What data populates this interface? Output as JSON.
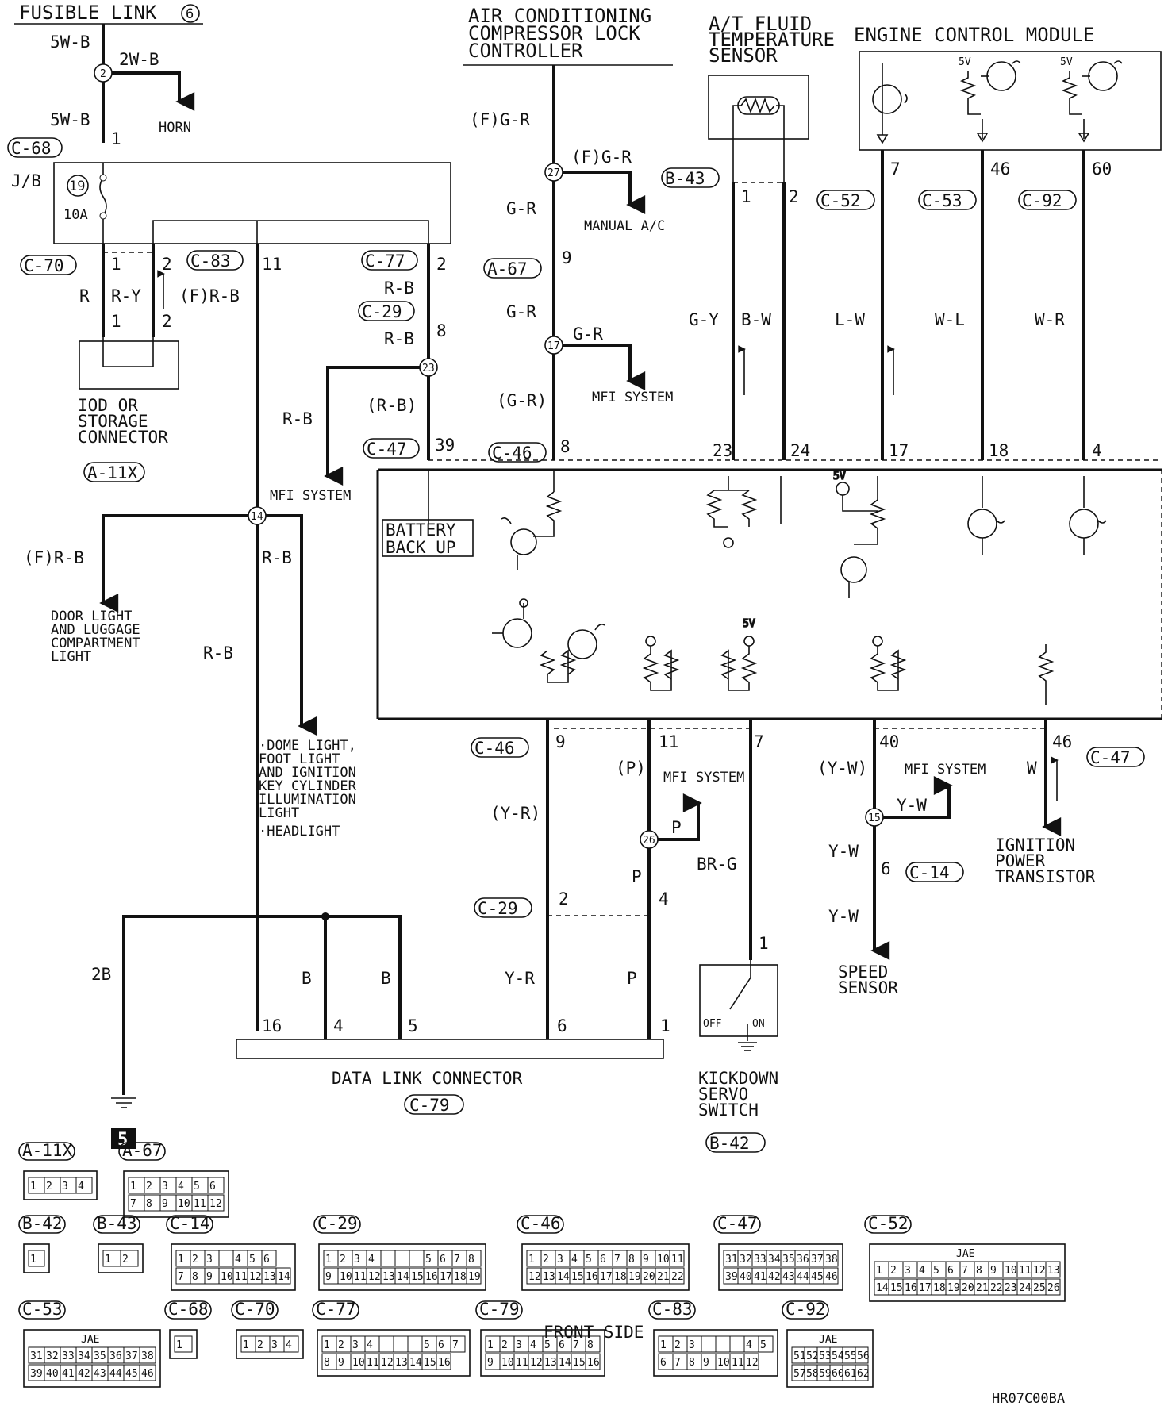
{
  "header": {
    "fusible_link": "FUSIBLE LINK",
    "fusible_link_num": "6",
    "ac_lines": [
      "AIR CONDITIONING",
      "COMPRESSOR LOCK",
      "CONTROLLER"
    ],
    "atf_lines": [
      "A/T FLUID",
      "TEMPERATURE",
      "SENSOR"
    ],
    "ecm": "ENGINE CONTROL MODULE"
  },
  "wires": {
    "w5wb_a": "5W-B",
    "w2wb": "2W-B",
    "w5wb_b": "5W-B",
    "jb": "J/B",
    "fuse_no": "19",
    "fuse_amp": "10A",
    "r": "R",
    "ry": "R-Y",
    "frb": "(F)R-B",
    "rb_1": "R-B",
    "rb_2": "R-B",
    "rb_3": "R-B",
    "rb_paren": "(R-B)",
    "fgr_1": "(F)G-R",
    "fgr_2": "(F)G-R",
    "gr_1": "G-R",
    "gr_2": "G-R",
    "gr_3": "G-R",
    "gr_paren": "(G-R)",
    "gy": "G-Y",
    "bw": "B-W",
    "lw": "L-W",
    "wl": "W-L",
    "wr": "W-R",
    "frb_2": "(F)R-B",
    "rb_4": "R-B",
    "rb_5": "R-B",
    "yr_paren": "(Y-R)",
    "p_paren": "(P)",
    "p_1": "P",
    "p_2": "P",
    "p_3": "P",
    "brg": "BR-G",
    "yw_paren": "(Y-W)",
    "yw_1": "Y-W",
    "yw_2": "Y-W",
    "yw_3": "Y-W",
    "w": "W",
    "b2": "2B",
    "b_1": "B",
    "b_2": "B",
    "yr": "Y-R"
  },
  "destinations": {
    "horn": "HORN",
    "manual_ac": "MANUAL A/C",
    "mfi_1": "MFI SYSTEM",
    "mfi_2": "MFI SYSTEM",
    "mfi_3": "MFI SYSTEM",
    "mfi_4": "MFI SYSTEM",
    "iod": [
      "IOD OR",
      "STORAGE",
      "CONNECTOR"
    ],
    "door": [
      "DOOR LIGHT",
      "AND LUGGAGE",
      "COMPARTMENT",
      "LIGHT"
    ],
    "dome": [
      "·DOME LIGHT,",
      " FOOT LIGHT",
      " AND IGNITION",
      " KEY CYLINDER",
      " ILLUMINATION",
      " LIGHT",
      "·HEADLIGHT"
    ],
    "battery": [
      "BATTERY",
      "BACK UP"
    ],
    "ignition": [
      "IGNITION",
      "POWER",
      "TRANSISTOR"
    ],
    "speed": [
      "SPEED",
      "SENSOR"
    ],
    "kickdown": [
      "KICKDOWN",
      "SERVO",
      "SWITCH"
    ],
    "dlc": "DATA LINK CONNECTOR",
    "off": "OFF",
    "on": "ON",
    "v5": "5V",
    "ground_no": "5",
    "front_side": "FRONT SIDE",
    "jae": "JAE",
    "figure_code": "HR07C00BA"
  },
  "splices": [
    "2",
    "27",
    "17",
    "23",
    "14",
    "26",
    "15"
  ],
  "connectors": {
    "c68": "C-68",
    "c70": "C-70",
    "c83": "C-83",
    "c77": "C-77",
    "c29a": "C-29",
    "c47a": "C-47",
    "a67": "A-67",
    "c46a": "C-46",
    "b43": "B-43",
    "c52": "C-52",
    "c53": "C-53",
    "c92": "C-92",
    "a11x": "A-11X",
    "c46b": "C-46",
    "c29b": "C-29",
    "c14": "C-14",
    "c47b": "C-47",
    "c79": "C-79",
    "b42": "B-42"
  },
  "pins": {
    "p_c68": "1",
    "p_c70_1": "1",
    "p_c70_2": "2",
    "p_c83": "11",
    "p_c77": "2",
    "p_iod_1": "1",
    "p_iod_2": "2",
    "p_c29": "8",
    "p_c47": "39",
    "p_a67": "9",
    "p_c46": "8",
    "p_b43_1": "1",
    "p_b43_2": "2",
    "p_ecm_7": "7",
    "p_ecm_46": "46",
    "p_ecm_60": "60",
    "p_e23": "23",
    "p_e24": "24",
    "p_e17": "17",
    "p_e18": "18",
    "p_e4": "4",
    "p_b9": "9",
    "p_b11": "11",
    "p_b7": "7",
    "p_b40": "40",
    "p_b46": "46",
    "p_c29_2": "2",
    "p_c29_4": "4",
    "p_c14_6": "6",
    "p_b42_1": "1",
    "p_d16": "16",
    "p_d4": "4",
    "p_d5": "5",
    "p_d6": "6",
    "p_d1": "1"
  },
  "legend": {
    "row1": [
      {
        "name": "A-11X",
        "pins": [
          [
            "1",
            "2",
            "3",
            "4"
          ]
        ]
      },
      {
        "name": "A-67",
        "pins": [
          [
            "1",
            "2",
            "3",
            "4",
            "5",
            "6"
          ],
          [
            "7",
            "8",
            "9",
            "10",
            "11",
            "12"
          ]
        ]
      }
    ],
    "row2": [
      {
        "name": "B-42",
        "pins": [
          [
            "1"
          ]
        ]
      },
      {
        "name": "B-43",
        "pins": [
          [
            "1",
            "2"
          ]
        ]
      },
      {
        "name": "C-14",
        "pins": [
          [
            "1",
            "2",
            "3",
            "",
            "4",
            "5",
            "6"
          ],
          [
            "7",
            "8",
            "9",
            "10",
            "11",
            "12",
            "13",
            "14"
          ]
        ]
      },
      {
        "name": "C-29",
        "pins": [
          [
            "1",
            "2",
            "3",
            "4",
            "",
            "",
            "",
            "5",
            "6",
            "7",
            "8"
          ],
          [
            "9",
            "10",
            "11",
            "12",
            "13",
            "14",
            "15",
            "16",
            "17",
            "18",
            "19"
          ]
        ]
      },
      {
        "name": "C-46",
        "pins": [
          [
            "1",
            "2",
            "3",
            "4",
            "5",
            "6",
            "7",
            "8",
            "9",
            "10",
            "11"
          ],
          [
            "12",
            "13",
            "14",
            "15",
            "16",
            "17",
            "18",
            "19",
            "20",
            "21",
            "22"
          ]
        ]
      },
      {
        "name": "C-47",
        "pins": [
          [
            "31",
            "32",
            "33",
            "34",
            "35",
            "36",
            "37",
            "38"
          ],
          [
            "39",
            "40",
            "41",
            "42",
            "43",
            "44",
            "45",
            "46"
          ]
        ]
      },
      {
        "name": "C-52",
        "pins": [
          [
            "1",
            "2",
            "3",
            "4",
            "5",
            "6",
            "7",
            "8",
            "9",
            "10",
            "11",
            "12",
            "13"
          ],
          [
            "14",
            "15",
            "16",
            "17",
            "18",
            "19",
            "20",
            "21",
            "22",
            "23",
            "24",
            "25",
            "26"
          ]
        ]
      }
    ],
    "row3": [
      {
        "name": "C-53",
        "pins": [
          [
            "31",
            "32",
            "33",
            "34",
            "35",
            "36",
            "37",
            "38"
          ],
          [
            "39",
            "40",
            "41",
            "42",
            "43",
            "44",
            "45",
            "46"
          ]
        ]
      },
      {
        "name": "C-68",
        "pins": [
          [
            "1"
          ]
        ]
      },
      {
        "name": "C-70",
        "pins": [
          [
            "1",
            "2",
            "3",
            "4"
          ]
        ]
      },
      {
        "name": "C-77",
        "pins": [
          [
            "1",
            "2",
            "3",
            "4",
            "",
            "",
            "",
            "5",
            "6",
            "7"
          ],
          [
            "8",
            "9",
            "10",
            "11",
            "12",
            "13",
            "14",
            "15",
            "16"
          ]
        ]
      },
      {
        "name": "C-79",
        "pins": [
          [
            "1",
            "2",
            "3",
            "4",
            "5",
            "6",
            "7",
            "8"
          ],
          [
            "9",
            "10",
            "11",
            "12",
            "13",
            "14",
            "15",
            "16"
          ]
        ]
      },
      {
        "name": "C-83",
        "pins": [
          [
            "1",
            "2",
            "3",
            "",
            "",
            "",
            "4",
            "5"
          ],
          [
            "6",
            "7",
            "8",
            "9",
            "10",
            "11",
            "12"
          ]
        ]
      },
      {
        "name": "C-92",
        "pins": [
          [
            "51",
            "52",
            "53",
            "54",
            "55",
            "56"
          ],
          [
            "57",
            "58",
            "59",
            "60",
            "61",
            "62"
          ]
        ]
      }
    ]
  }
}
